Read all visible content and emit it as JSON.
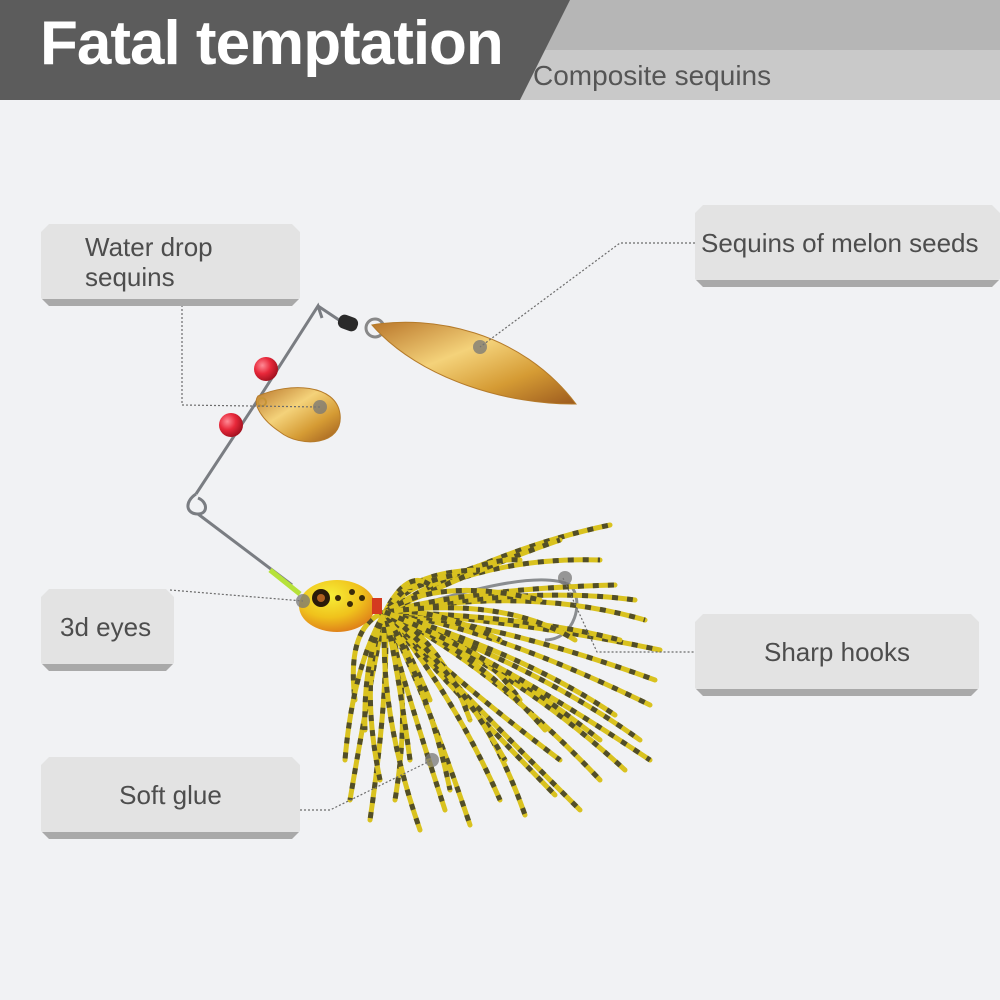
{
  "header": {
    "title": "Fatal temptation",
    "subtitle": "Composite sequins"
  },
  "callouts": {
    "water_drop": "Water drop\nsequins",
    "melon_seeds": "Sequins of melon seeds",
    "eyes": "3d eyes",
    "hooks": "Sharp hooks",
    "glue": "Soft glue"
  },
  "colors": {
    "banner_dark": "#5c5c5c",
    "banner_light": "#c9c9c9",
    "callout_bg": "#e3e3e3",
    "callout_shadow": "#a9a9a9",
    "gold": "#d9a63a",
    "skirt_yellow": "#d9c21f",
    "skirt_stripe": "#3a3a2a",
    "bead_red": "#e8283a"
  },
  "image": {
    "subject": "spinnerbait fishing lure with gold blades, red beads, yellow head and striped silicone skirt",
    "icons": [
      "blade-icon",
      "bead-icon",
      "hook-icon",
      "eye-icon",
      "skirt-icon"
    ]
  }
}
